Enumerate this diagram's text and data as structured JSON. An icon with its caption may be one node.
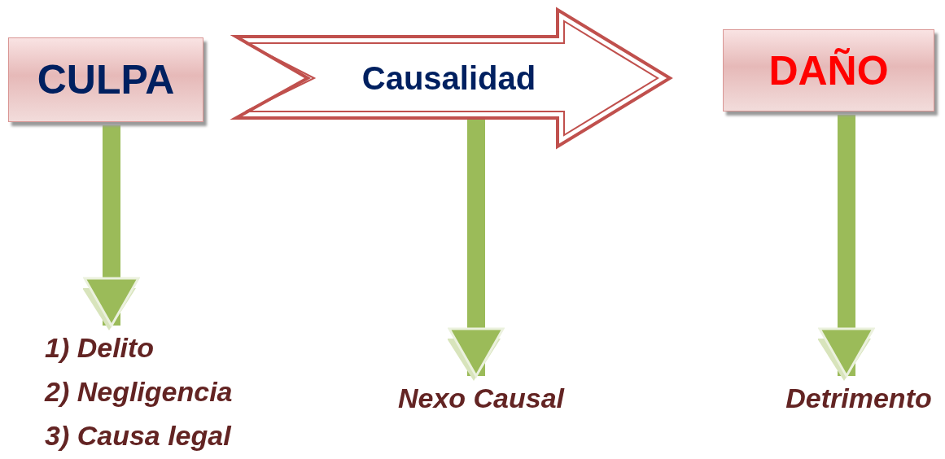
{
  "diagram": {
    "nodes": [
      {
        "text": [
          "CULPA"
        ]
      },
      {
        "text": [
          "Causalidad"
        ]
      },
      {
        "text": [
          "DAÑO"
        ]
      },
      {
        "text": [
          "1) Delito",
          "2) Negligencia",
          "3) Causa legal"
        ]
      },
      {
        "text": [
          "Nexo Causal"
        ]
      },
      {
        "text": [
          "Detrimento"
        ]
      }
    ],
    "edges": [
      {
        "from": 0,
        "to": 3,
        "arrow": "to"
      },
      {
        "from": 1,
        "to": 4,
        "arrow": "to"
      },
      {
        "from": 2,
        "to": 5,
        "arrow": "to"
      }
    ]
  }
}
